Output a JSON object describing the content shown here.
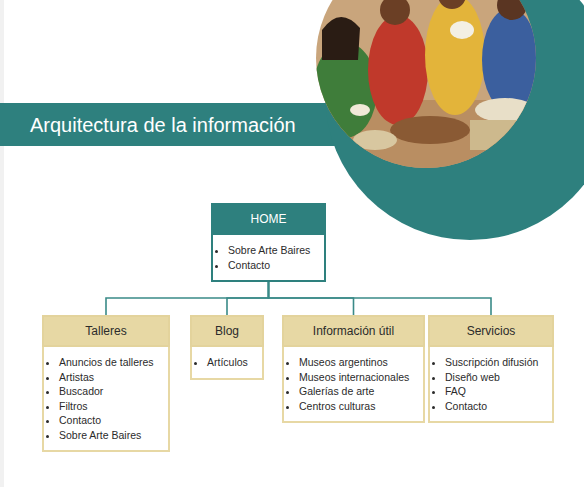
{
  "diagram": {
    "title": "Arquitectura de la información",
    "nodes": [
      {
        "text": [
          "HOME",
          "Sobre Arte Baires",
          "Contacto"
        ]
      },
      {
        "text": [
          "Talleres",
          "Anuncios de talleres",
          "Artistas",
          "Buscador",
          "Filtros",
          "Contacto",
          "Sobre Arte Baires"
        ]
      },
      {
        "text": [
          "Blog",
          "Artículos"
        ]
      },
      {
        "text": [
          "Información útil",
          "Museos argentinos",
          "Museos internacionales",
          "Galerías de arte",
          "Centros culturas"
        ]
      },
      {
        "text": [
          "Servicios",
          "Suscripción difusión",
          "Diseño web",
          "FAQ",
          "Contacto"
        ]
      }
    ],
    "edges": [
      {
        "from": 0,
        "to": 1,
        "arrow": "none"
      },
      {
        "from": 0,
        "to": 2,
        "arrow": "none"
      },
      {
        "from": 0,
        "to": 3,
        "arrow": "none"
      },
      {
        "from": 0,
        "to": 4,
        "arrow": "none"
      }
    ]
  }
}
